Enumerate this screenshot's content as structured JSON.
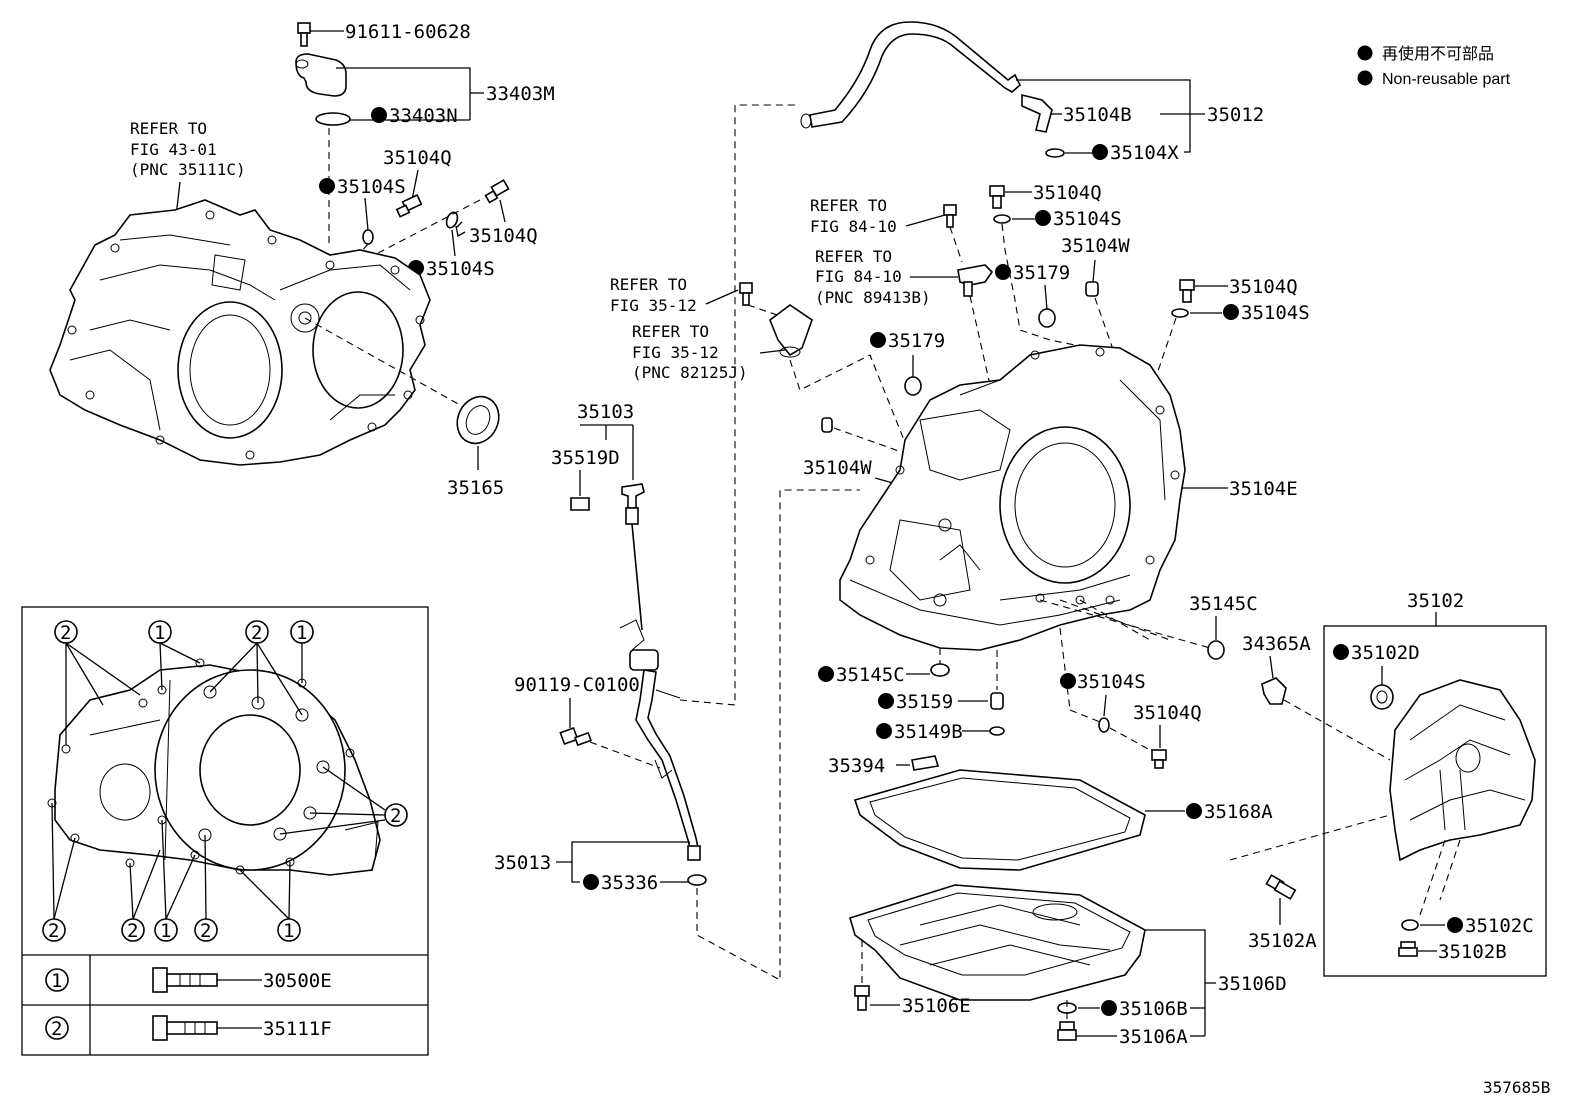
{
  "legend": {
    "jp": "再使用不可部品",
    "en": "Non-reusable part"
  },
  "figure_code": "357685B",
  "labels": {
    "p91611": "91611-60628",
    "p33403M": "33403M",
    "p33403N": "33403N",
    "refer_a1": "REFER TO",
    "refer_a2": "FIG 43-01",
    "refer_a3": "(PNC 35111C)",
    "p35104Q_a": "35104Q",
    "p35104S_a": "35104S",
    "p35104Q_b": "35104Q",
    "p35104S_b": "35104S",
    "p35165": "35165",
    "p35103": "35103",
    "p35519D": "35519D",
    "refer_b1": "REFER TO",
    "refer_b2": "FIG 35-12",
    "refer_c1": "REFER TO",
    "refer_c2": "FIG 35-12",
    "refer_c3": "(PNC 82125J)",
    "p35104B": "35104B",
    "p35012": "35012",
    "p35104X": "35104X",
    "refer_d1": "REFER TO",
    "refer_d2": "FIG 84-10",
    "p35104Q_c": "35104Q",
    "p35104S_c": "35104S",
    "p35104W_a": "35104W",
    "refer_e1": "REFER TO",
    "refer_e2": "FIG 84-10",
    "refer_e3": "(PNC 89413B)",
    "p35179_a": "35179",
    "p35104Q_d": "35104Q",
    "p35104S_d": "35104S",
    "p35179_b": "35179",
    "p35104W_b": "35104W",
    "p35104E": "35104E",
    "p35145C_a": "35145C",
    "p35102": "35102",
    "p34365A": "34365A",
    "p35102D": "35102D",
    "p35145C_b": "35145C",
    "p35159": "35159",
    "p35149B": "35149B",
    "p35104S_e": "35104S",
    "p35104Q_e": "35104Q",
    "p90119": "90119-C0100",
    "p35394": "35394",
    "p35168A": "35168A",
    "p35013": "35013",
    "p35336": "35336",
    "p35102A": "35102A",
    "p35102C": "35102C",
    "p35102B": "35102B",
    "p35106D": "35106D",
    "p35106E": "35106E",
    "p35106B": "35106B",
    "p35106A": "35106A"
  },
  "inset": {
    "callout_1": "1",
    "callout_2": "2",
    "row1_part": "30500E",
    "row2_part": "35111F"
  }
}
